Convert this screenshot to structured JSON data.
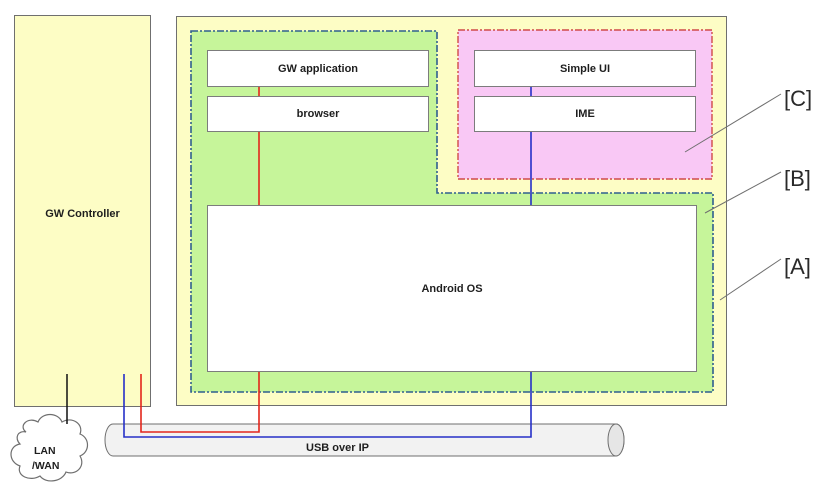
{
  "controller": {
    "label": "GW Controller"
  },
  "components": {
    "gw_application": "GW application",
    "browser": "browser",
    "simple_ui": "Simple UI",
    "ime": "IME",
    "android_os": "Android OS"
  },
  "callouts": {
    "a": "[A]",
    "b": "[B]",
    "c": "[C]"
  },
  "network": {
    "line1": "LAN",
    "line2": "/WAN"
  },
  "pipe": {
    "label": "USB over IP"
  },
  "colors": {
    "box_a_fill": "#fdfdc5",
    "box_b_fill": "#c6f59a",
    "box_b_border": "#2f5f8f",
    "box_c_fill": "#f9c8f5",
    "box_c_border": "#d04a4a",
    "red_link": "#e3261c",
    "blue_link": "#2630c8"
  }
}
